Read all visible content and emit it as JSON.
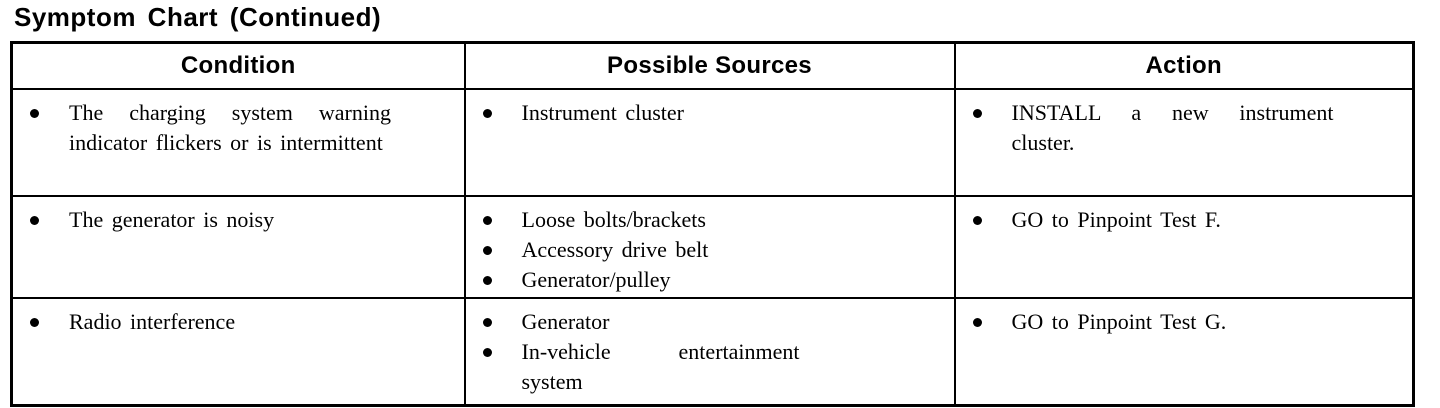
{
  "title": "Symptom Chart (Continued)",
  "colors": {
    "text": "#000000",
    "background": "#ffffff",
    "border": "#000000"
  },
  "table": {
    "headers": [
      "Condition",
      "Possible Sources",
      "Action"
    ],
    "rows": [
      {
        "condition": [
          "The charging system warning indicator flickers or is intermittent"
        ],
        "sources": [
          "Instrument cluster"
        ],
        "action": [
          "INSTALL a new instrument cluster."
        ]
      },
      {
        "condition": [
          "The generator is noisy"
        ],
        "sources": [
          "Loose bolts/brackets",
          "Accessory drive belt",
          "Generator/pulley"
        ],
        "action": [
          "GO to Pinpoint Test F."
        ]
      },
      {
        "condition": [
          "Radio interference"
        ],
        "sources": [
          "Generator",
          "In-vehicle entertainment system"
        ],
        "action": [
          "GO to Pinpoint Test G."
        ]
      }
    ]
  }
}
